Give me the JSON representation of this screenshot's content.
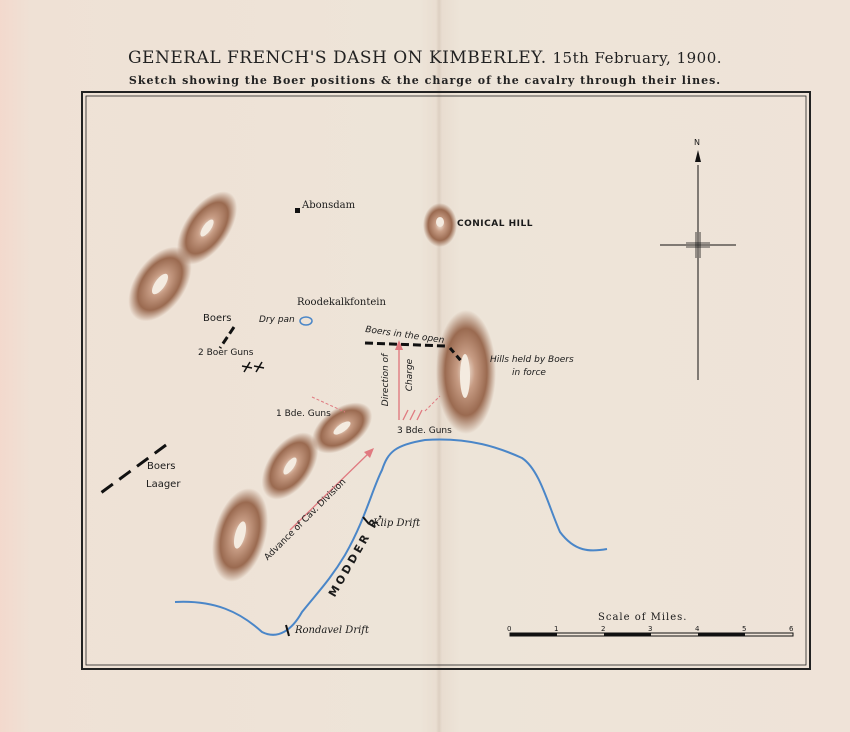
{
  "title": {
    "main": "GENERAL FRENCH'S DASH ON KIMBERLEY.",
    "date": "15th February, 1900.",
    "subtitle": "Sketch showing the Boer positions & the charge of the cavalry through their lines."
  },
  "labels": {
    "abonsdam": "Abonsdam",
    "conical_hill": "CONICAL HILL",
    "roodekalkfontein": "Roodekalkfontein",
    "dry_pan": "Dry pan",
    "boers": "Boers",
    "boer_guns": "2 Boer Guns",
    "boers_in_open": "Boers in the open",
    "hills_held_1": "Hills held by Boers",
    "hills_held_2": "in force",
    "direction_of": "Direction of",
    "charge": "Charge",
    "bde1_guns": "1 Bde. Guns",
    "bde3_guns": "3 Bde. Guns",
    "boers_laager_1": "Boers",
    "boers_laager_2": "Laager",
    "advance": "Advance of Cav. Division",
    "modder": "MODDER R.",
    "klip_drift": "Klip Drift",
    "rondavel_drift": "Rondavel Drift",
    "north": "N"
  },
  "scale": {
    "title": "Scale of Miles.",
    "ticks": [
      "0",
      "1",
      "2",
      "3",
      "4",
      "5",
      "6"
    ]
  },
  "colors": {
    "hill": "#9a6a50",
    "river": "#4a86c8",
    "charge_arrow": "#e07a80",
    "ink": "#1a1a1a"
  }
}
